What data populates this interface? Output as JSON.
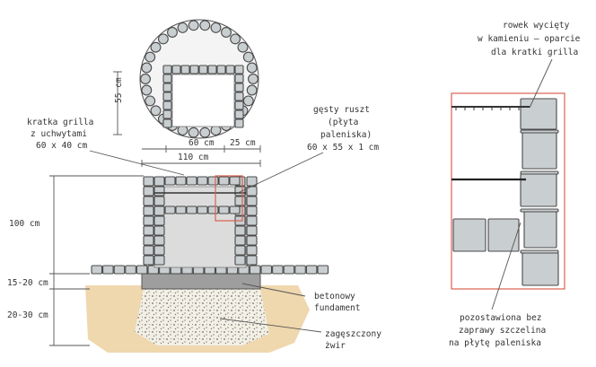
{
  "labels": {
    "dim_55": "55 cm",
    "kratka_1": "kratka grilla",
    "kratka_2": "z uchwytami",
    "kratka_3": "60 x 40 cm",
    "ruszt_1": "gęsty ruszt",
    "ruszt_2": "(płyta",
    "ruszt_3": "paleniska)",
    "ruszt_4": "60 x 55 x 1 cm",
    "dim_60": "60 cm",
    "dim_25": "25 cm",
    "dim_110": "110 cm",
    "dim_100": "100 cm",
    "dim_15_20": "15-20 cm",
    "dim_20_30": "20-30 cm",
    "beton_1": "betonowy",
    "beton_2": "fundament",
    "zwir_1": "zagęszczony",
    "zwir_2": "żwir",
    "rowek_1": "rowek wycięty",
    "rowek_2": "w kamieniu – oparcie",
    "rowek_3": "dla kratki grilla",
    "szczelina_1": "pozostawiona bez",
    "szczelina_2": "zaprawy szczelina",
    "szczelina_3": "na płytę paleniska"
  },
  "colors": {
    "stone": "#c9ced0",
    "detail_border": "#d9614f",
    "sand": "#efd7ae",
    "concrete": "#9e9e9e",
    "interior": "#dcdcdc"
  }
}
